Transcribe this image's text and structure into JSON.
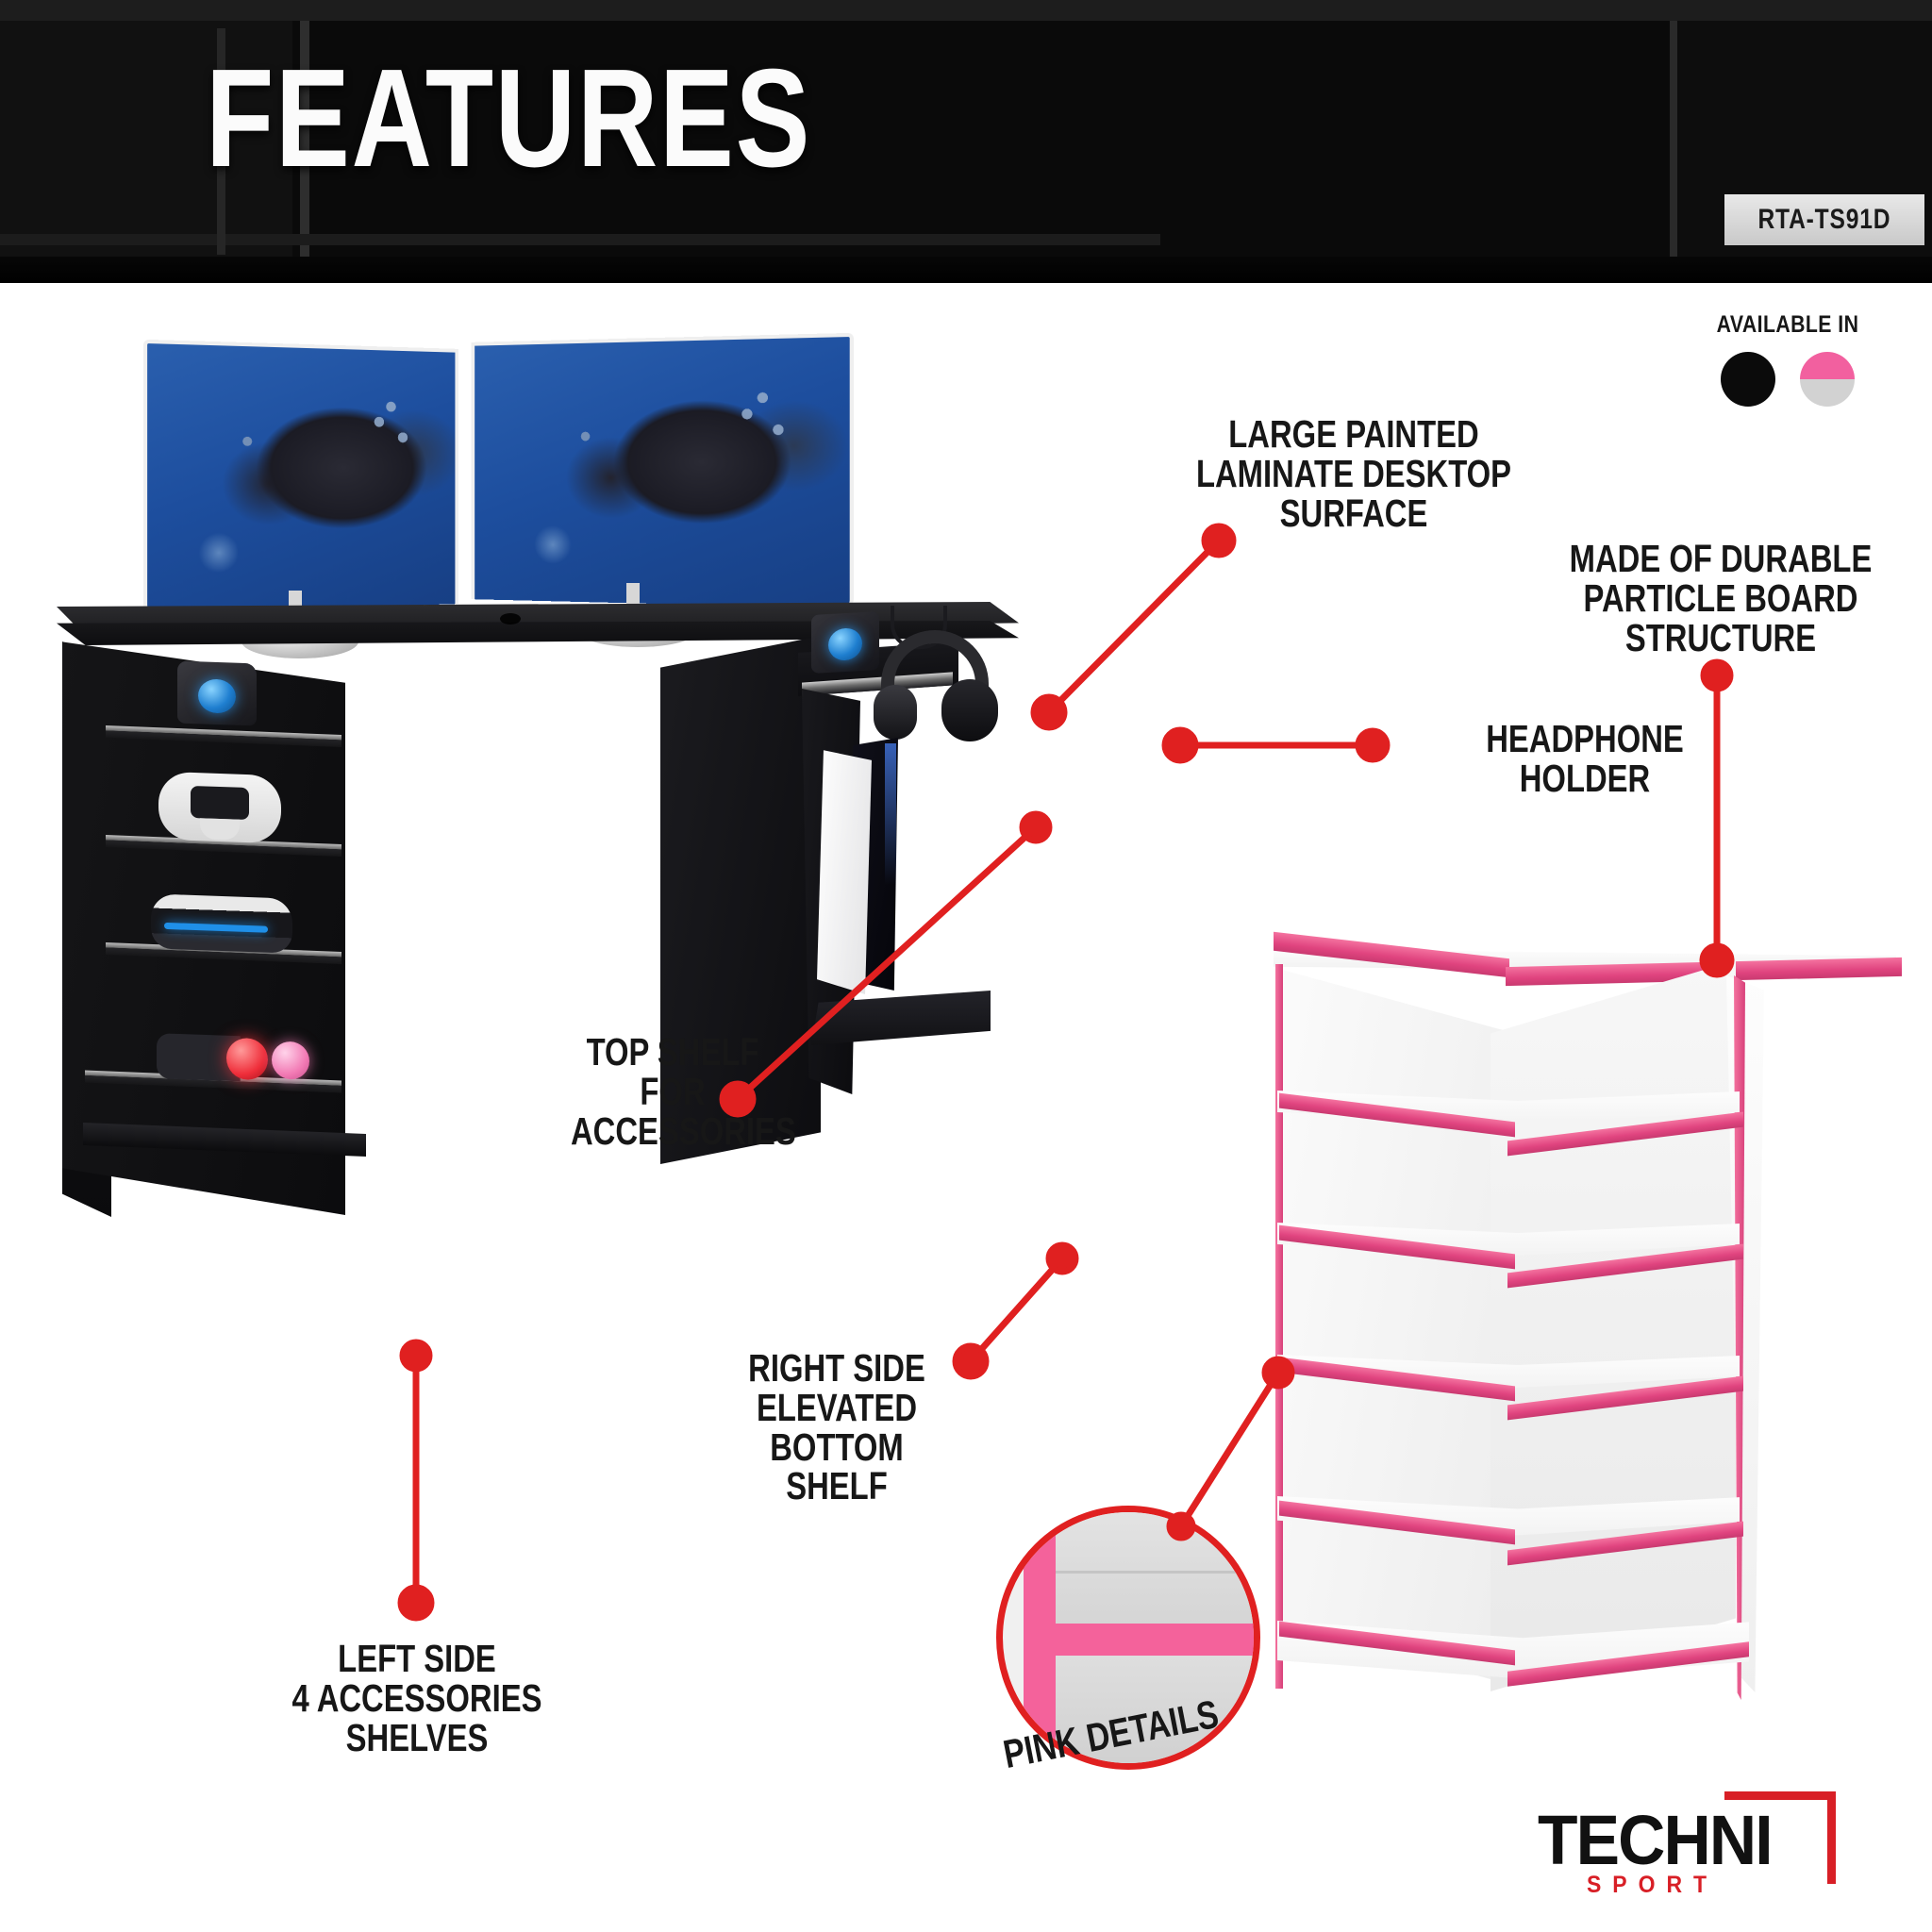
{
  "header": {
    "title": "FEATURES",
    "sku": "RTA-TS91D"
  },
  "available": {
    "label": "AVAILABLE IN",
    "swatches": [
      {
        "name": "black",
        "colors": [
          "#0b0b0b"
        ]
      },
      {
        "name": "pink-and-gray",
        "colors": [
          "#f2609f",
          "#d2d2d2"
        ]
      }
    ]
  },
  "callouts": [
    {
      "id": "large-painted-laminate-desktop-surface",
      "lines": [
        "LARGE PAINTED",
        "LAMINATE DESKTOP",
        "SURFACE"
      ]
    },
    {
      "id": "made-of-durable-particle-board-structure",
      "lines": [
        "MADE OF DURABLE",
        "PARTICLE BOARD",
        "STRUCTURE"
      ]
    },
    {
      "id": "headphone-holder",
      "lines": [
        "HEADPHONE",
        "HOLDER"
      ]
    },
    {
      "id": "top-shelf-for-accessories",
      "lines": [
        "TOP SHELF",
        "FOR",
        "ACCESSORIES"
      ]
    },
    {
      "id": "right-side-elevated-bottom-shelf",
      "lines": [
        "RIGHT SIDE",
        "ELEVATED",
        "BOTTOM SHELF"
      ]
    },
    {
      "id": "left-side-4-accessories-shelves",
      "lines": [
        "LEFT SIDE",
        "4 ACCESSORIES",
        "SHELVES"
      ]
    },
    {
      "id": "pink-details",
      "lines": [
        "PINK DETAILS"
      ]
    }
  ],
  "brand": {
    "name": "TECHNI",
    "tagline": "SPORT",
    "accent_color": "#d81f26"
  },
  "colors": {
    "callout_red": "#e02020",
    "pink": "#ef5f98",
    "banner_black": "#0a0a0a",
    "text_black": "#171717"
  }
}
